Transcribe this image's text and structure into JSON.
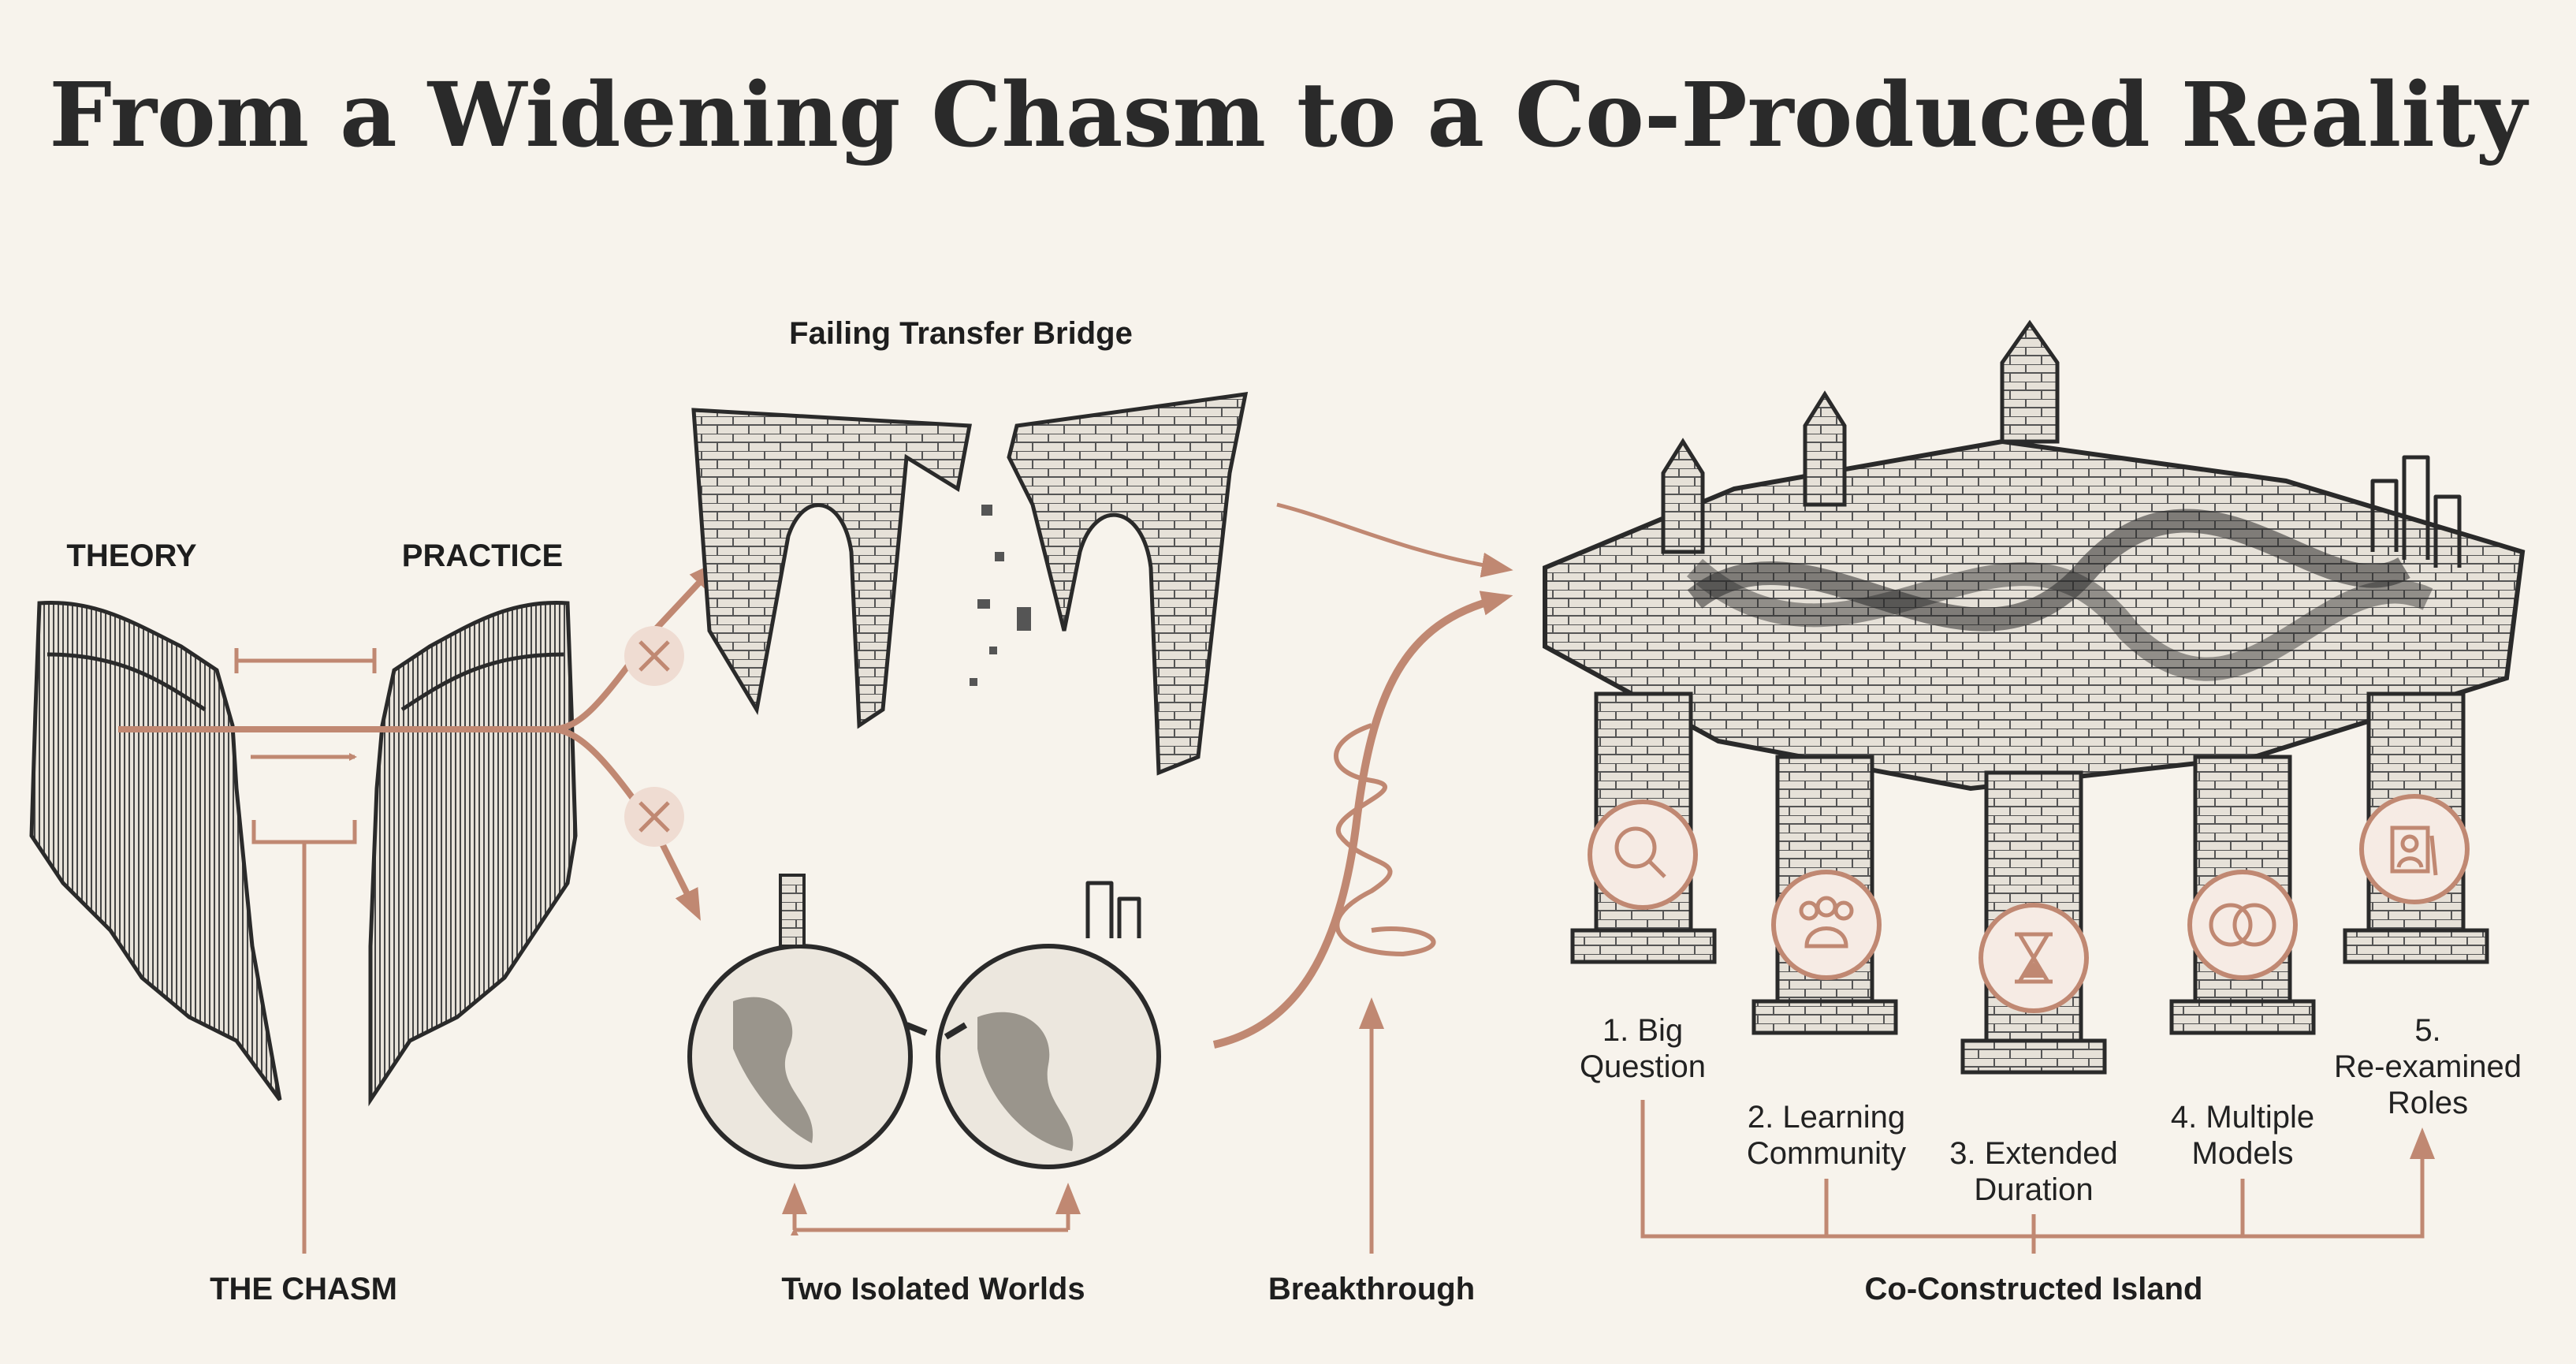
{
  "title": "From a Widening Chasm to a Co-Produced Reality",
  "colors": {
    "background": "#f7f3ec",
    "accent": "#c08872",
    "ink": "#2a2a2a"
  },
  "chasm": {
    "left_label": "THEORY",
    "right_label": "PRACTICE",
    "caption": "THE CHASM"
  },
  "bridge": {
    "label": "Failing Transfer Bridge",
    "status_icon": "x-icon"
  },
  "worlds": {
    "caption": "Two Isolated Worlds",
    "status_icon": "x-icon"
  },
  "breakthrough": {
    "caption": "Breakthrough"
  },
  "island": {
    "caption": "Co-Constructed Island",
    "pillars": [
      {
        "lines": [
          "1. Big",
          "Question"
        ],
        "icon": "magnifier-icon"
      },
      {
        "lines": [
          "2. Learning",
          "Community"
        ],
        "icon": "people-icon"
      },
      {
        "lines": [
          "3. Extended",
          "Duration"
        ],
        "icon": "hourglass-icon"
      },
      {
        "lines": [
          "4. Multiple",
          "Models"
        ],
        "icon": "overlapping-circles-icon"
      },
      {
        "lines": [
          "5.",
          "Re-examined",
          "Roles"
        ],
        "icon": "person-portrait-icon"
      }
    ]
  }
}
